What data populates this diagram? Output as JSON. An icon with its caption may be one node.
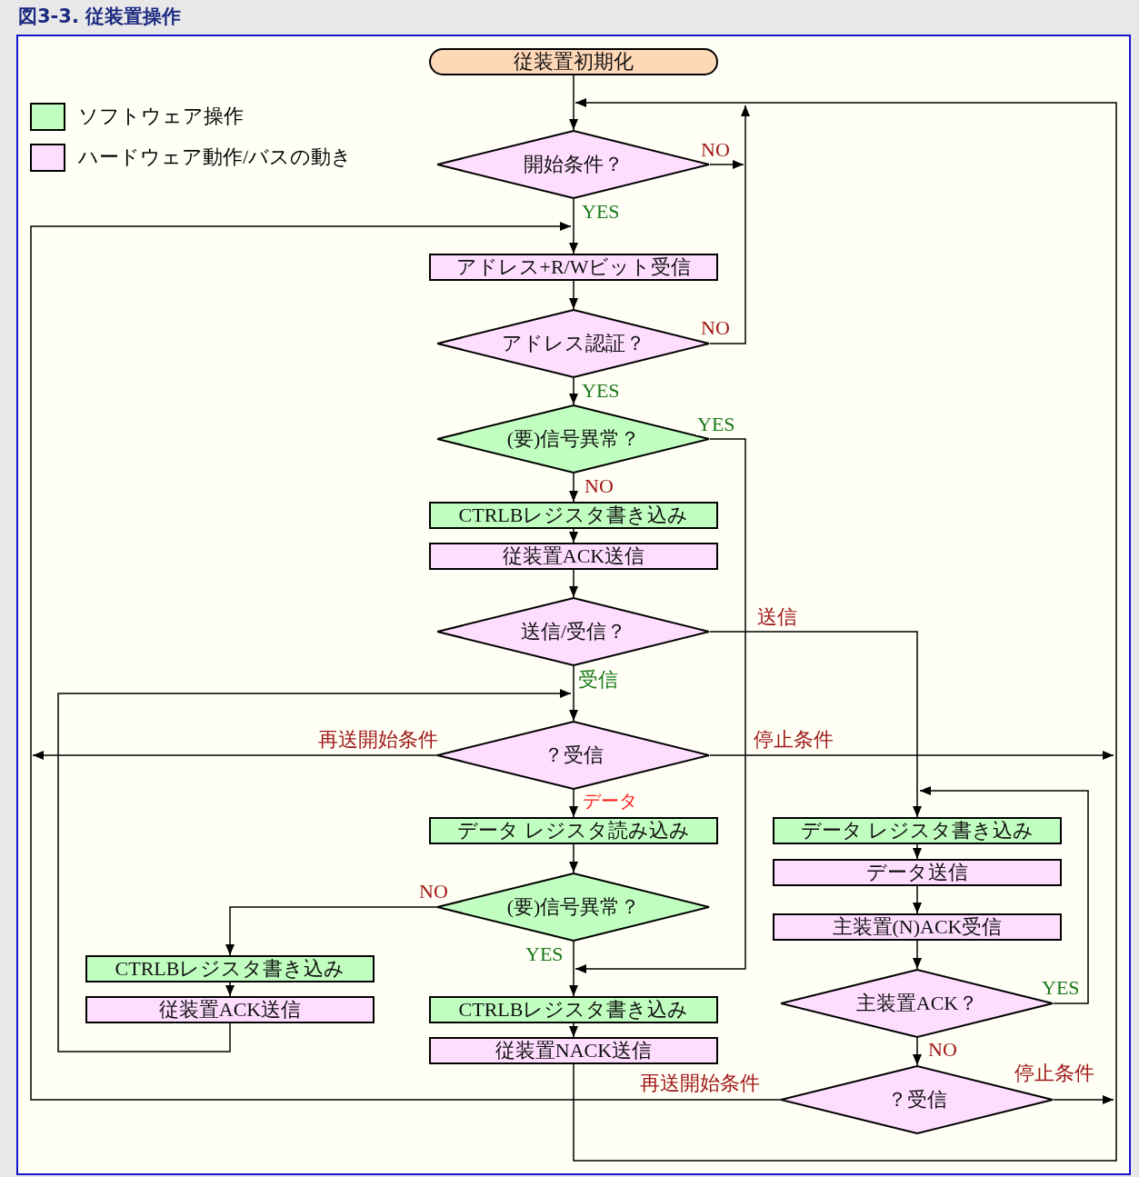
{
  "diagram": {
    "title": "図3-3. 従装置操作",
    "nodes": [
      {
        "text": [
          "従装置初期化"
        ]
      },
      {
        "text": [
          "開始条件？"
        ]
      },
      {
        "text": [
          "アドレス+R/Wビット受信"
        ]
      },
      {
        "text": [
          "アドレス認証？"
        ]
      },
      {
        "text": [
          "(要)信号異常？"
        ]
      },
      {
        "text": [
          "CTRLBレジスタ書き込み"
        ]
      },
      {
        "text": [
          "従装置ACK送信"
        ]
      },
      {
        "text": [
          "送信/受信？"
        ]
      },
      {
        "text": [
          "？受信"
        ]
      },
      {
        "text": [
          "データ レジスタ読み込み"
        ]
      },
      {
        "text": [
          "(要)信号異常？"
        ]
      },
      {
        "text": [
          "CTRLBレジスタ書き込み"
        ]
      },
      {
        "text": [
          "従装置ACK送信"
        ]
      },
      {
        "text": [
          "CTRLBレジスタ書き込み"
        ]
      },
      {
        "text": [
          "従装置NACK送信"
        ]
      },
      {
        "text": [
          "データ レジスタ書き込み"
        ]
      },
      {
        "text": [
          "データ送信"
        ]
      },
      {
        "text": [
          "主装置(N)ACK受信"
        ]
      },
      {
        "text": [
          "主装置ACK？"
        ]
      },
      {
        "text": [
          "？受信"
        ]
      }
    ],
    "edges": [
      {
        "from": 0,
        "to": 1,
        "arrow": "to"
      },
      {
        "from": 1,
        "to": 2,
        "arrow": "to",
        "label": "YES"
      },
      {
        "from": 1,
        "to": null,
        "arrow": "to",
        "label": "NO"
      },
      {
        "from": 2,
        "to": 3,
        "arrow": "to"
      },
      {
        "from": 3,
        "to": 4,
        "arrow": "to",
        "label": "YES"
      },
      {
        "from": 3,
        "to": null,
        "arrow": "to",
        "label": "NO"
      },
      {
        "from": 4,
        "to": 5,
        "arrow": "to",
        "label": "NO"
      },
      {
        "from": 4,
        "to": 13,
        "arrow": "to",
        "label": "YES"
      },
      {
        "from": 5,
        "to": 6,
        "arrow": "to"
      },
      {
        "from": 6,
        "to": 7,
        "arrow": "to"
      },
      {
        "from": 7,
        "to": 8,
        "arrow": "to",
        "label": "受信"
      },
      {
        "from": 7,
        "to": 15,
        "arrow": "to",
        "label": "送信"
      },
      {
        "from": 8,
        "to": 9,
        "arrow": "to",
        "label": "データ"
      },
      {
        "from": 8,
        "to": null,
        "arrow": "to",
        "label": "再送開始条件"
      },
      {
        "from": 8,
        "to": null,
        "arrow": "to",
        "label": "停止条件"
      },
      {
        "from": 9,
        "to": 10,
        "arrow": "to"
      },
      {
        "from": 10,
        "to": 11,
        "arrow": "to",
        "label": "NO"
      },
      {
        "from": 10,
        "to": 13,
        "arrow": "to",
        "label": "YES"
      },
      {
        "from": 11,
        "to": 12,
        "arrow": "to"
      },
      {
        "from": 12,
        "to": 8,
        "arrow": "to"
      },
      {
        "from": 13,
        "to": 14,
        "arrow": "to"
      },
      {
        "from": 14,
        "to": 1,
        "arrow": "to"
      },
      {
        "from": 15,
        "to": 16,
        "arrow": "to"
      },
      {
        "from": 16,
        "to": 17,
        "arrow": "to"
      },
      {
        "from": 17,
        "to": 18,
        "arrow": "to"
      },
      {
        "from": 18,
        "to": 19,
        "arrow": "to",
        "label": "NO"
      },
      {
        "from": 18,
        "to": 15,
        "arrow": "to",
        "label": "YES"
      },
      {
        "from": 19,
        "to": 2,
        "arrow": "to",
        "label": "再送開始条件"
      },
      {
        "from": 19,
        "to": null,
        "arrow": "to",
        "label": "停止条件"
      }
    ],
    "legend": [
      {
        "text": "ソフトウェア操作",
        "color": "#c0ffc0"
      },
      {
        "text": "ハードウェア動作/バスの動き",
        "color": "#ffddff"
      }
    ]
  }
}
